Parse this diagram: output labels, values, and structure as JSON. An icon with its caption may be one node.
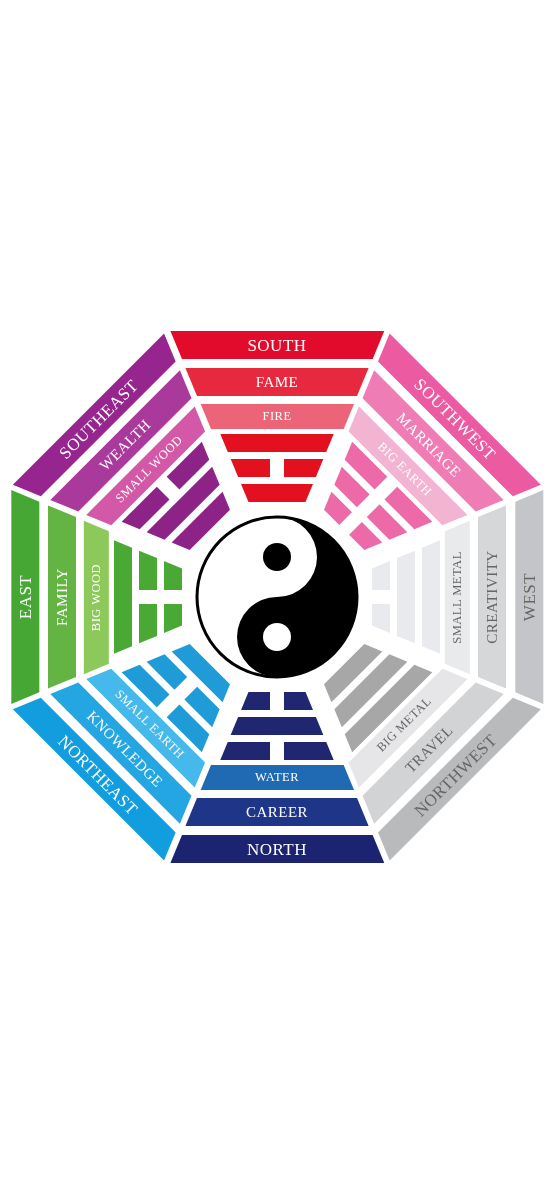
{
  "diagram": {
    "nodes": [
      {
        "text": [
          "SOUTH"
        ]
      },
      {
        "text": [
          "FAME"
        ]
      },
      {
        "text": [
          "FIRE"
        ]
      },
      {
        "text": [
          "SOUTHEAST"
        ]
      },
      {
        "text": [
          "WEALTH"
        ]
      },
      {
        "text": [
          "SMALL WOOD"
        ]
      },
      {
        "text": [
          "SOUTHWEST"
        ]
      },
      {
        "text": [
          "MARRIAGE"
        ]
      },
      {
        "text": [
          "BIG EARTH"
        ]
      },
      {
        "text": [
          "EAST"
        ]
      },
      {
        "text": [
          "FAMILY"
        ]
      },
      {
        "text": [
          "BIG WOOD"
        ]
      },
      {
        "text": [
          "WEST"
        ]
      },
      {
        "text": [
          "CREATIVITY"
        ]
      },
      {
        "text": [
          "SMALL METAL"
        ]
      },
      {
        "text": [
          "NORTHEAST"
        ]
      },
      {
        "text": [
          "KNOWLEDGE"
        ]
      },
      {
        "text": [
          "SMALL EARTH"
        ]
      },
      {
        "text": [
          "NORTHWEST"
        ]
      },
      {
        "text": [
          "TRAVEL"
        ]
      },
      {
        "text": [
          "BIG METAL"
        ]
      },
      {
        "text": [
          "NORTH"
        ]
      },
      {
        "text": [
          "CAREER"
        ]
      },
      {
        "text": [
          "WATER"
        ]
      }
    ]
  }
}
